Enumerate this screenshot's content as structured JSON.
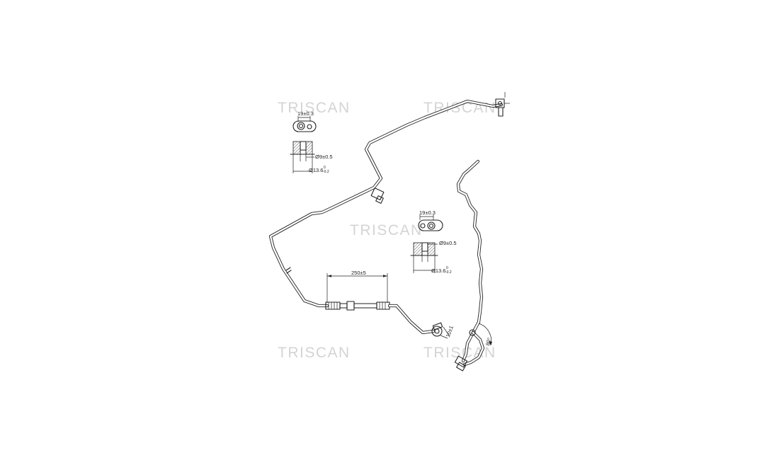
{
  "watermark": {
    "brand": "TRISCAN"
  },
  "detail_top_left": {
    "width_label": "19±0.3",
    "inner_diameter_label": "Ø9±0.5",
    "outer_diameter_label": "Ø13.6",
    "outer_diameter_tol_upper": "0",
    "outer_diameter_tol_lower": "-0.2"
  },
  "detail_center": {
    "width_label": "19±0.3",
    "inner_diameter_label": "Ø9±0.5",
    "outer_diameter_label": "Ø13.6",
    "outer_diameter_tol_upper": "0",
    "outer_diameter_tol_lower": "-0.2"
  },
  "dimensions": {
    "hose_length_label": "250±5",
    "right_end_label": "10±1",
    "angle_label": "80°"
  }
}
